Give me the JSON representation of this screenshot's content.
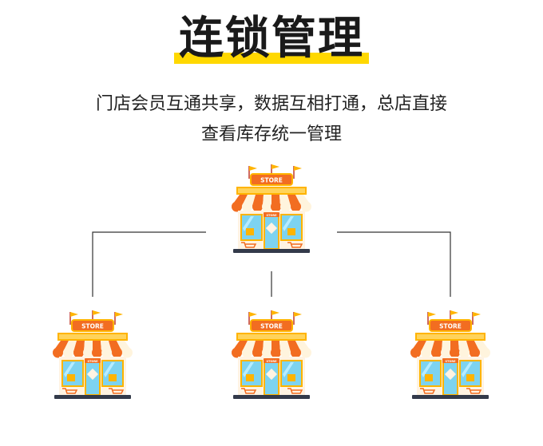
{
  "title": "连锁管理",
  "subtitle": {
    "line1": "门店会员互通共享，数据互相打通，总店直接",
    "line2": "查看库存统一管理"
  },
  "store_sign": "STORE",
  "shelf_sign": "STORE",
  "colors": {
    "title_highlight": "#ffd800",
    "awning_orange": "#f26d21",
    "awning_light": "#fff4dd",
    "roof_yellow": "#ffb400",
    "wall": "#fff3e2",
    "window": "#7dd3f0",
    "base": "#333a4a",
    "connector": "#333333"
  },
  "stores": [
    {
      "id": "headquarters"
    },
    {
      "id": "branch-left"
    },
    {
      "id": "branch-middle"
    },
    {
      "id": "branch-right"
    }
  ]
}
